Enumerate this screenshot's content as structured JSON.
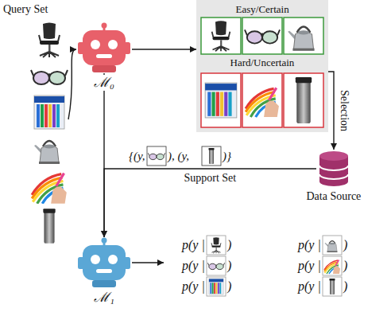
{
  "diagram": {
    "nodes": [
      {
        "text": [
          "Query Set"
        ]
      },
      {
        "text": [
          "ℳ₀"
        ]
      },
      {
        "text": [
          "Easy/Certain",
          "Hard/Uncertain"
        ]
      },
      {
        "text": [
          "Data Source"
        ]
      },
      {
        "text": [
          "ℳ₁"
        ]
      },
      {
        "text": [
          "p(y |",
          ")",
          "p(y |",
          ")",
          "p(y |",
          ")",
          "p(y |",
          ")",
          "p(y |",
          ")",
          "p(y |",
          ")"
        ]
      }
    ],
    "edges": [
      {
        "from": 0,
        "to": 1,
        "arrow": "to"
      },
      {
        "from": 1,
        "to": 2,
        "arrow": "to"
      },
      {
        "from": 2,
        "to": 3,
        "arrow": "to",
        "label": "Selection"
      },
      {
        "from": 1,
        "to": 4,
        "arrow": "to"
      },
      {
        "from": 3,
        "to": 4,
        "arrow": "to",
        "label": "Support Set"
      },
      {
        "from": 4,
        "to": 5,
        "arrow": "to"
      }
    ],
    "labels": [
      "{(y,",
      "), (y,",
      ")}"
    ]
  }
}
